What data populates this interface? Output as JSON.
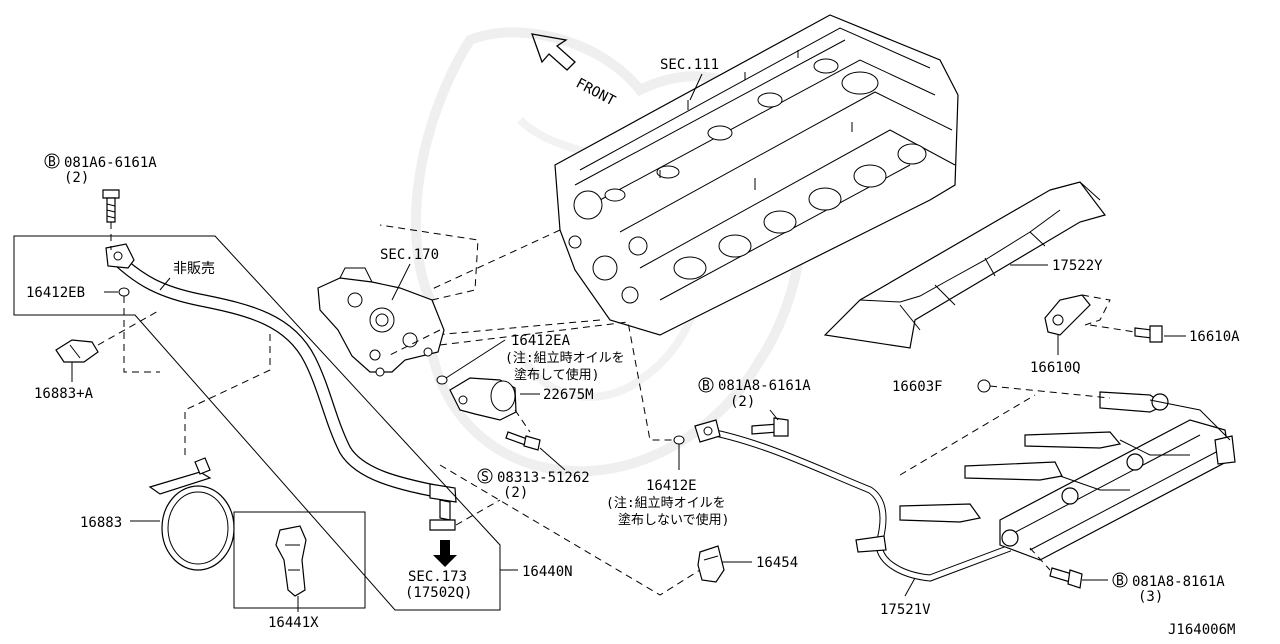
{
  "diagram": {
    "drawing_id": "J164006M",
    "direction_label": "FRONT",
    "labels": {
      "sec111": "SEC.111",
      "sec170": "SEC.170",
      "sec173": "SEC.173",
      "sec173_sub": "(17502Q)",
      "bolt_081A6": "081A6-6161A",
      "bolt_081A6_qty": "(2)",
      "bolt_081A8_top": "081A8-6161A",
      "bolt_081A8_top_qty": "(2)",
      "bolt_081A8_bot": "081A8-8161A",
      "bolt_081A8_bot_qty": "(3)",
      "screw_08313": "08313-51262",
      "screw_08313_qty": "(2)",
      "circle_B": "B",
      "circle_S": "S",
      "not_sold": "非販売",
      "p16412EB": "16412EB",
      "p16883A": "16883+A",
      "p16883": "16883",
      "p16441X": "16441X",
      "p16440N": "16440N",
      "p16412EA": "16412EA",
      "note_16412EA_1": "(注:組立時オイルを",
      "note_16412EA_2": "塗布して使用)",
      "p22675M": "22675M",
      "p16412E": "16412E",
      "note_16412E_1": "(注:組立時オイルを",
      "note_16412E_2": "塗布しないで使用)",
      "p16454": "16454",
      "p17521V": "17521V",
      "p17522Y": "17522Y",
      "p16610A": "16610A",
      "p16610Q": "16610Q",
      "p16603F": "16603F"
    }
  }
}
